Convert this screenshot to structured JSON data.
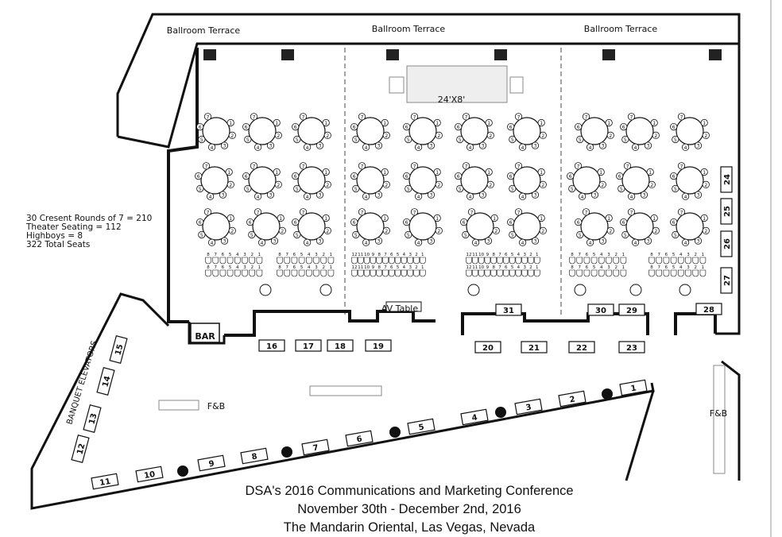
{
  "terrace_labels": [
    "Ballroom Terrace",
    "Ballroom Terrace",
    "Ballroom Terrace"
  ],
  "stage_label": "24'X8'",
  "av_table_label": "AV Table",
  "bar_label": "BAR",
  "fb_labels": [
    "F&B",
    "F&B"
  ],
  "elevators_label": "BANQUET ELEVATORS",
  "seating_summary": {
    "line1": "30 Cresent Rounds of 7 = 210",
    "line2": "Theater Seating = 112",
    "line3": "Highboys = 8",
    "line4": "322 Total Seats"
  },
  "round_seat_numbers": [
    "1",
    "2",
    "3",
    "4",
    "5",
    "6",
    "7"
  ],
  "theater_short_numbers": [
    "8",
    "7",
    "6",
    "5",
    "4",
    "3",
    "2",
    "1"
  ],
  "theater_long_numbers": [
    "12",
    "11",
    "10",
    "9",
    "8",
    "7",
    "6",
    "5",
    "4",
    "3",
    "2",
    "1"
  ],
  "booths": [
    "1",
    "2",
    "3",
    "4",
    "5",
    "6",
    "7",
    "8",
    "9",
    "10",
    "11",
    "12",
    "13",
    "14",
    "15",
    "16",
    "17",
    "18",
    "19",
    "20",
    "21",
    "22",
    "23",
    "24",
    "25",
    "26",
    "27",
    "28",
    "29",
    "30",
    "31"
  ],
  "footer": {
    "line1": "DSA's 2016 Communications and Marketing Conference",
    "line2": "November 30th - December 2nd, 2016",
    "line3": "The Mandarin Oriental, Las Vegas, Nevada"
  }
}
